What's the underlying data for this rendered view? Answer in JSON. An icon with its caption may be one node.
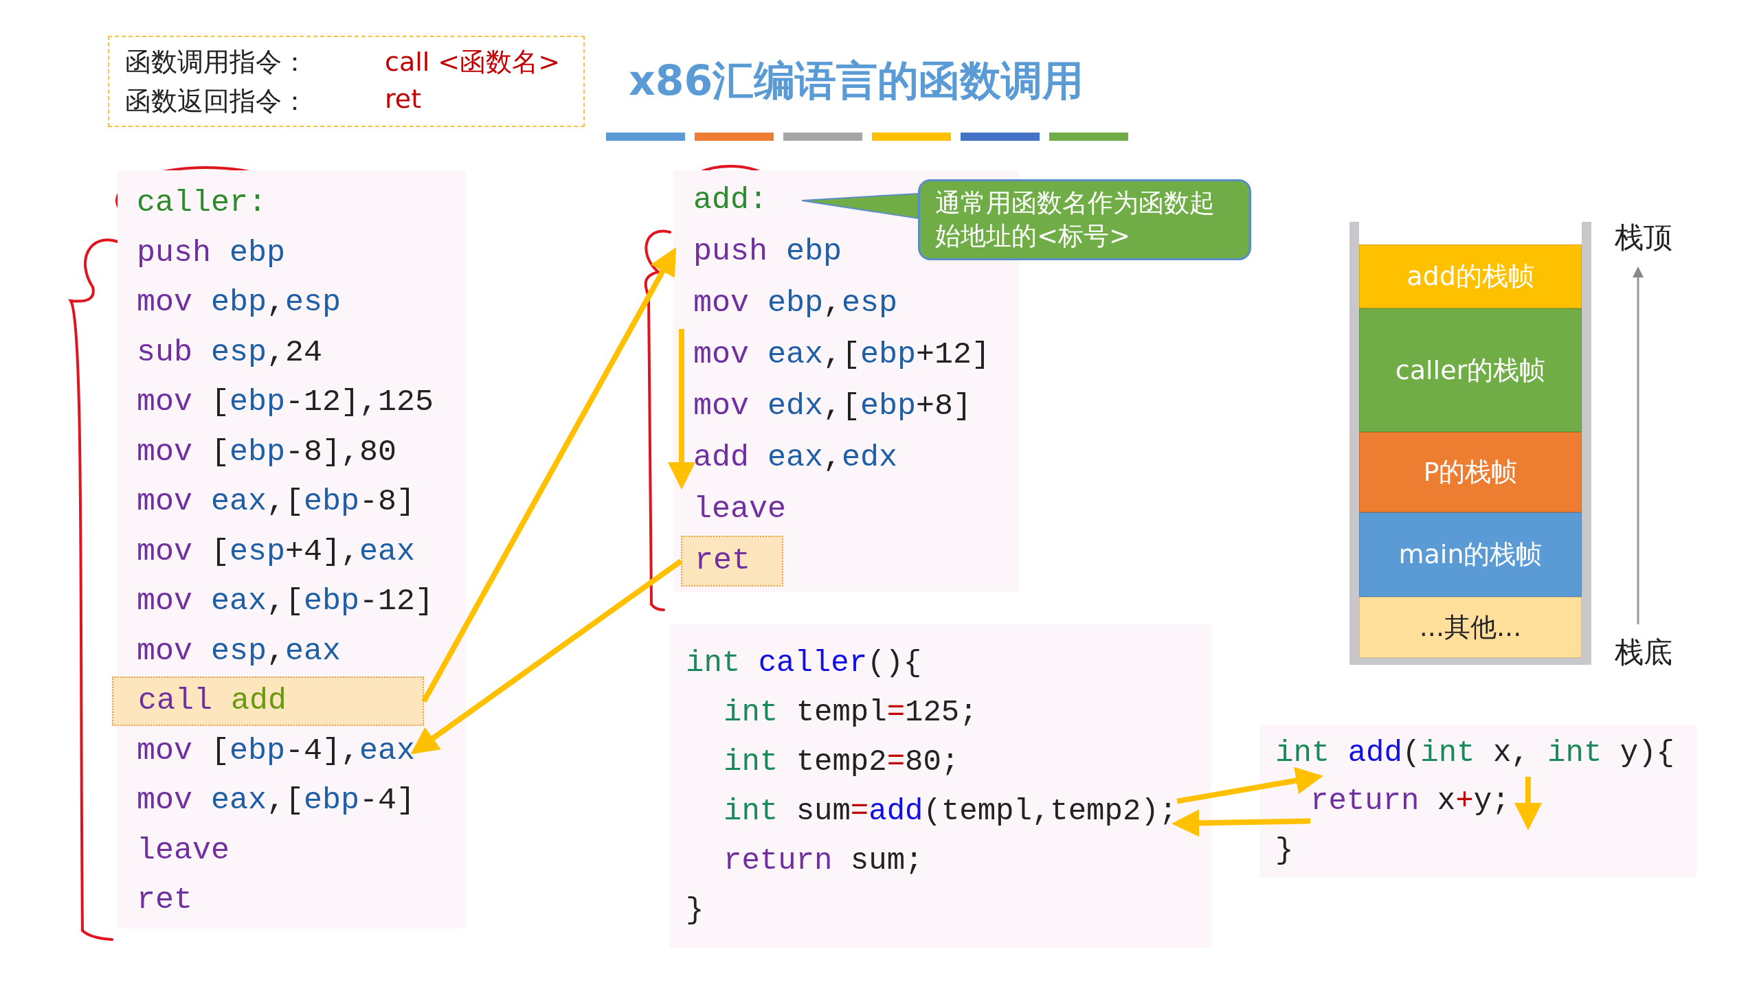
{
  "diagram": {
    "title": "x86汇编语言的函数调用",
    "nodes": [
      {
        "text": [
          "函数调用指令：",
          "call <函数名>",
          "函数返回指令：",
          "ret"
        ]
      },
      {
        "text": [],
        "shape": "box"
      },
      {
        "text": [
          "caller:"
        ],
        "in": 1
      },
      {
        "text": [
          "push ebp"
        ],
        "in": 1
      },
      {
        "text": [
          "mov ebp,esp"
        ],
        "in": 1
      },
      {
        "text": [
          "sub esp,24"
        ],
        "in": 1
      },
      {
        "text": [
          "mov [ebp-12],125"
        ],
        "in": 1
      },
      {
        "text": [
          "mov [ebp-8],80"
        ],
        "in": 1
      },
      {
        "text": [
          "mov eax,[ebp-8]"
        ],
        "in": 1
      },
      {
        "text": [
          "mov [esp+4],eax"
        ],
        "in": 1
      },
      {
        "text": [
          "mov eax,[ebp-12]"
        ],
        "in": 1
      },
      {
        "text": [
          "mov esp,eax"
        ],
        "in": 1
      },
      {
        "text": [
          "call add"
        ],
        "in": 1
      },
      {
        "text": [
          "mov [ebp-4],eax"
        ],
        "in": 1
      },
      {
        "text": [
          "mov eax,[ebp-4]"
        ],
        "in": 1
      },
      {
        "text": [
          "leave"
        ],
        "in": 1
      },
      {
        "text": [
          "ret"
        ],
        "in": 1
      },
      {
        "text": [],
        "shape": "box"
      },
      {
        "text": [
          "add:"
        ],
        "in": 17
      },
      {
        "text": [
          "push ebp"
        ],
        "in": 17
      },
      {
        "text": [
          "mov ebp,esp"
        ],
        "in": 17
      },
      {
        "text": [
          "mov eax,[ebp+12]"
        ],
        "in": 17
      },
      {
        "text": [
          "mov edx,[ebp+8]"
        ],
        "in": 17
      },
      {
        "text": [
          "add eax,edx"
        ],
        "in": 17
      },
      {
        "text": [
          "leave"
        ],
        "in": 17
      },
      {
        "text": [
          "ret"
        ],
        "in": 17
      },
      {
        "text": [
          "通常用函数名作为函数起始地址的<标号>"
        ]
      },
      {
        "text": [],
        "shape": "box"
      },
      {
        "text": [
          "int caller(){"
        ],
        "in": 27
      },
      {
        "text": [
          "int templ=125;"
        ],
        "in": 27
      },
      {
        "text": [
          "int temp2=80;"
        ],
        "in": 27
      },
      {
        "text": [
          "int sum=add(templ,temp2);"
        ],
        "in": 27
      },
      {
        "text": [
          "return sum;"
        ],
        "in": 27
      },
      {
        "text": [
          "}"
        ],
        "in": 27
      },
      {
        "text": [],
        "shape": "box"
      },
      {
        "text": [
          "int add(int x, int y){"
        ],
        "in": 34
      },
      {
        "text": [
          "return x+y;"
        ],
        "in": 34
      },
      {
        "text": [
          "}"
        ],
        "in": 34
      },
      {
        "text": [
          "add的栈帧"
        ]
      },
      {
        "text": [
          "caller的栈帧"
        ]
      },
      {
        "text": [
          "P的栈帧"
        ]
      },
      {
        "text": [
          "main的栈帧"
        ]
      },
      {
        "text": [
          "...其他..."
        ]
      }
    ],
    "edges": [
      {
        "from": 12,
        "to": 19,
        "arrow": "to"
      },
      {
        "from": 25,
        "to": 13,
        "arrow": "to"
      },
      {
        "from": 20,
        "to": 24,
        "arrow": "to"
      },
      {
        "from": 31,
        "to": 35,
        "arrow": "to"
      },
      {
        "from": 36,
        "to": 31,
        "arrow": "to"
      },
      {
        "from": 35,
        "to": 36,
        "arrow": "to"
      },
      {
        "from": 26,
        "to": 18,
        "arrow": "none",
        "color": "#70ad47"
      }
    ],
    "labels": [
      "栈顶",
      "栈底"
    ]
  }
}
